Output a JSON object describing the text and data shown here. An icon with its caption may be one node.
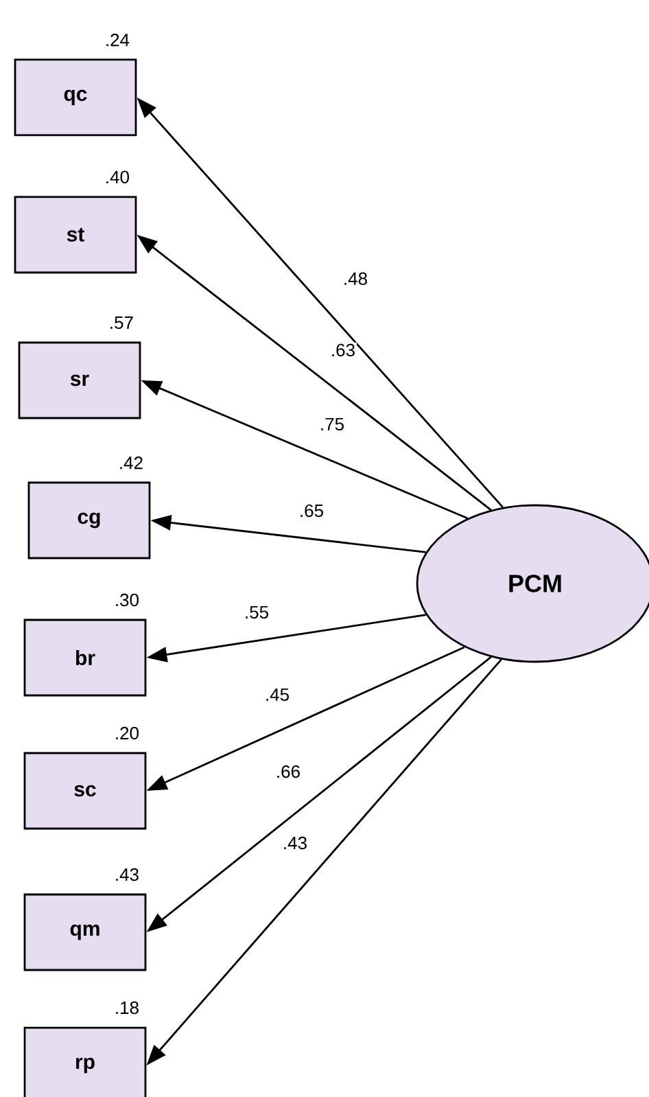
{
  "diagram": {
    "nodes": [
      {
        "text": [
          "qc"
        ],
        "beside": [
          ".24"
        ]
      },
      {
        "text": [
          "st"
        ],
        "beside": [
          ".40"
        ]
      },
      {
        "text": [
          "sr"
        ],
        "beside": [
          ".57"
        ]
      },
      {
        "text": [
          "cg"
        ],
        "beside": [
          ".42"
        ]
      },
      {
        "text": [
          "br"
        ],
        "beside": [
          ".30"
        ]
      },
      {
        "text": [
          "sc"
        ],
        "beside": [
          ".20"
        ]
      },
      {
        "text": [
          "qm"
        ],
        "beside": [
          ".43"
        ]
      },
      {
        "text": [
          "rp"
        ],
        "beside": [
          ".18"
        ]
      },
      {
        "text": [
          "PCM"
        ]
      }
    ],
    "edges": [
      {
        "from": 8,
        "to": 0,
        "arrow": "to",
        "label": ".48"
      },
      {
        "from": 8,
        "to": 1,
        "arrow": "to",
        "label": ".63"
      },
      {
        "from": 8,
        "to": 2,
        "arrow": "to",
        "label": ".75"
      },
      {
        "from": 8,
        "to": 3,
        "arrow": "to",
        "label": ".65"
      },
      {
        "from": 8,
        "to": 4,
        "arrow": "to",
        "label": ".55"
      },
      {
        "from": 8,
        "to": 5,
        "arrow": "to",
        "label": ".45"
      },
      {
        "from": 8,
        "to": 6,
        "arrow": "to",
        "label": ".66"
      },
      {
        "from": 8,
        "to": 7,
        "arrow": "to",
        "label": ".43"
      }
    ]
  }
}
